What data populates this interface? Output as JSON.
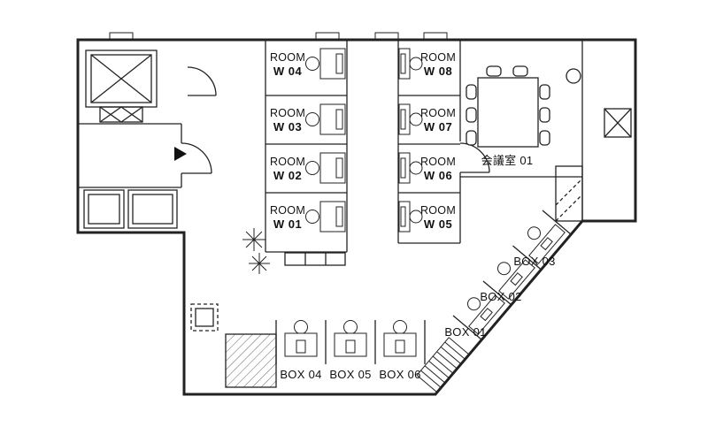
{
  "plan": {
    "background": "#ffffff",
    "line_color": "#222222"
  },
  "rooms": [
    {
      "id": "room-w04",
      "type": "ROOM",
      "number": "W 04"
    },
    {
      "id": "room-w03",
      "type": "ROOM",
      "number": "W 03"
    },
    {
      "id": "room-w02",
      "type": "ROOM",
      "number": "W 02"
    },
    {
      "id": "room-w01",
      "type": "ROOM",
      "number": "W 01"
    },
    {
      "id": "room-w08",
      "type": "ROOM",
      "number": "W 08"
    },
    {
      "id": "room-w07",
      "type": "ROOM",
      "number": "W 07"
    },
    {
      "id": "room-w06",
      "type": "ROOM",
      "number": "W 06"
    },
    {
      "id": "room-w05",
      "type": "ROOM",
      "number": "W 05"
    }
  ],
  "meeting_room": {
    "label": "会議室 01"
  },
  "boxes": [
    {
      "id": "box-03",
      "label": "BOX 03"
    },
    {
      "id": "box-02",
      "label": "BOX 02"
    },
    {
      "id": "box-01",
      "label": "BOX 01"
    },
    {
      "id": "box-04",
      "label": "BOX 04"
    },
    {
      "id": "box-05",
      "label": "BOX 05"
    },
    {
      "id": "box-06",
      "label": "BOX 06"
    }
  ]
}
